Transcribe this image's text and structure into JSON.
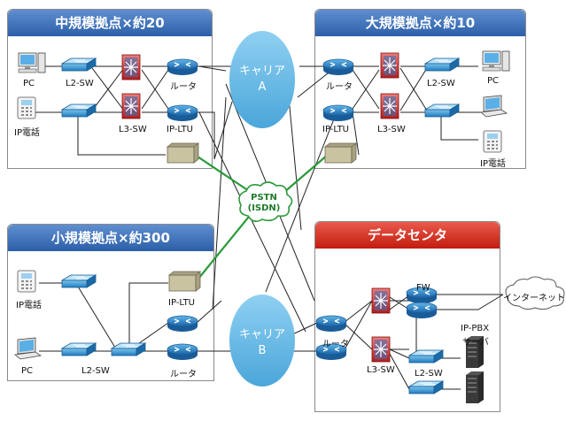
{
  "colors": {
    "panel_blue": "#2c5fa8",
    "panel_red": "#c41c10",
    "carrier": "#67b8e3",
    "pstn_line": "#2a9a3a",
    "link": "#222222"
  },
  "panels": {
    "mid": {
      "title": "中規模拠点×約20"
    },
    "large": {
      "title": "大規模拠点×約10"
    },
    "small": {
      "title": "小規模拠点×約300"
    },
    "dc": {
      "title": "データセンタ"
    }
  },
  "carriers": {
    "a": {
      "line1": "キャリア",
      "line2": "A"
    },
    "b": {
      "line1": "キャリア",
      "line2": "B"
    }
  },
  "pstn": {
    "line1": "PSTN",
    "line2": "(ISDN)"
  },
  "internet": {
    "label": "インターネット"
  },
  "labels": {
    "mid_pc": "PC",
    "mid_l2sw": "L2-SW",
    "mid_ipphone": "IP電話",
    "mid_l3sw": "L3-SW",
    "mid_router": "ルータ",
    "mid_ipltu": "IP-LTU",
    "large_router": "ルータ",
    "large_ipltu": "IP-LTU",
    "large_l3sw": "L3-SW",
    "large_l2sw": "L2-SW",
    "large_pc": "PC",
    "large_ipphone": "IP電話",
    "small_ipphone": "IP電話",
    "small_ipltu": "IP-LTU",
    "small_pc": "PC",
    "small_l2sw": "L2-SW",
    "small_router": "ルータ",
    "dc_fw": "FW",
    "dc_router": "ルータ",
    "dc_l3sw": "L3-SW",
    "dc_ippbx": "IP-PBX",
    "dc_server": "サーバ",
    "dc_l2sw": "L2-SW"
  },
  "icons": [
    "pc-icon",
    "ip-phone-icon",
    "switch-icon",
    "router-icon",
    "firewall-icon",
    "modem-icon",
    "laptop-icon",
    "server-icon",
    "cloud-icon"
  ]
}
